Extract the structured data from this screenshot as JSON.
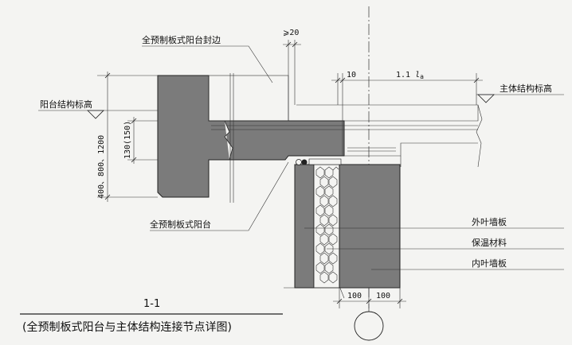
{
  "labels": {
    "edge_seal": "全预制板式阳台封边",
    "balcony_level": "阳台结构标高",
    "main_level": "主体结构标高",
    "balcony": "全预制板式阳台",
    "outer_leaf": "外叶墙板",
    "insulation": "保温材料",
    "inner_leaf": "内叶墙板"
  },
  "dimensions": {
    "gap_min": "⩾20",
    "offset_10": "10",
    "anchor_len": "1.1",
    "anchor_sub": "a",
    "anchor_l": "l",
    "thickness": "130(150)",
    "height": "400、800、1200",
    "wall_left": "100",
    "wall_right": "100"
  },
  "section": {
    "mark": "1-1",
    "caption": "(全预制板式阳台与主体结构连接节点详图)"
  },
  "colors": {
    "concrete": "#7b7b7b",
    "background": "#f4f4f2",
    "line": "#222222"
  }
}
